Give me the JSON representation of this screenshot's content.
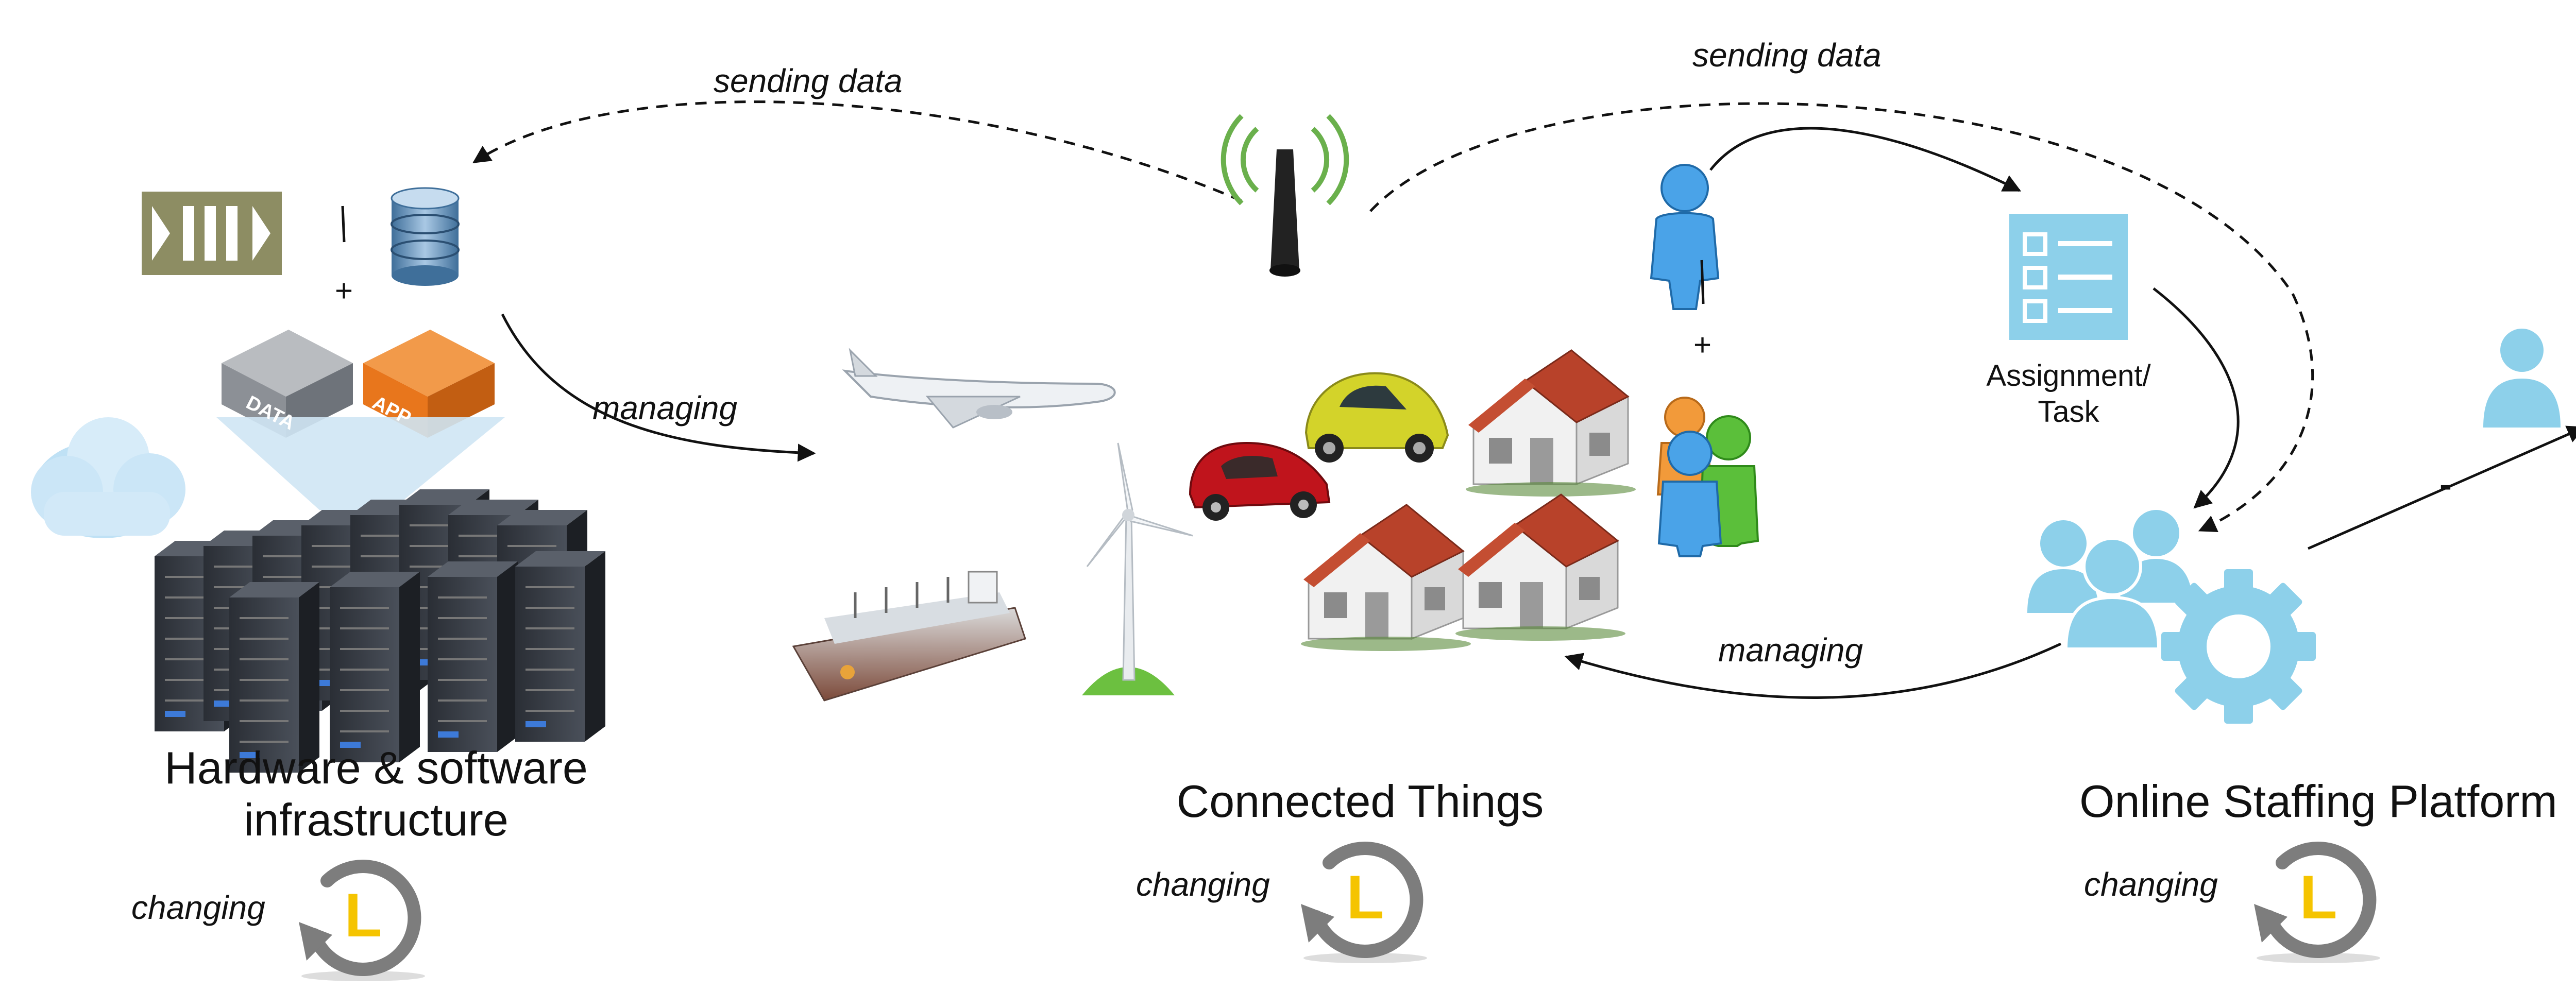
{
  "edges": {
    "sending_data_left": "sending data",
    "sending_data_right": "sending data",
    "managing_left": "managing",
    "managing_right": "managing"
  },
  "infrastructure": {
    "title_line1": "Hardware & software",
    "title_line2": "infrastructure",
    "changing": "changing",
    "data_box": "DATA",
    "app_box": "APP",
    "plus": "+"
  },
  "things": {
    "title": "Connected Things",
    "changing": "changing"
  },
  "crowd": {
    "plus": "+"
  },
  "platform": {
    "title": "Online Staffing Platform",
    "changing": "changing",
    "assignment_line1": "Assignment/",
    "assignment_line2": "Task",
    "minus": "-"
  },
  "clock_letter": "L",
  "colors": {
    "light_blue": "#8dd0ea",
    "clock_yellow": "#f5c400",
    "olive": "#8d8d63",
    "orange": "#e8761c",
    "roof": "#b8422a",
    "antenna_green": "#6ab04c"
  }
}
